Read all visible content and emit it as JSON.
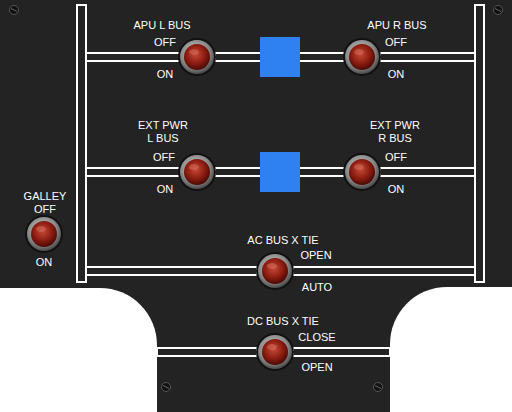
{
  "diagram": {
    "labels": [
      "APU L BUS",
      "OFF",
      "ON",
      "APU R BUS",
      "OFF",
      "ON",
      "EXT PWR L BUS",
      "OFF",
      "ON",
      "EXT PWR R BUS",
      "OFF",
      "ON",
      "GALLEY",
      "OFF",
      "ON",
      "AC BUS X TIE",
      "OPEN",
      "AUTO",
      "DC BUS X TIE",
      "CLOSE",
      "OPEN"
    ]
  }
}
